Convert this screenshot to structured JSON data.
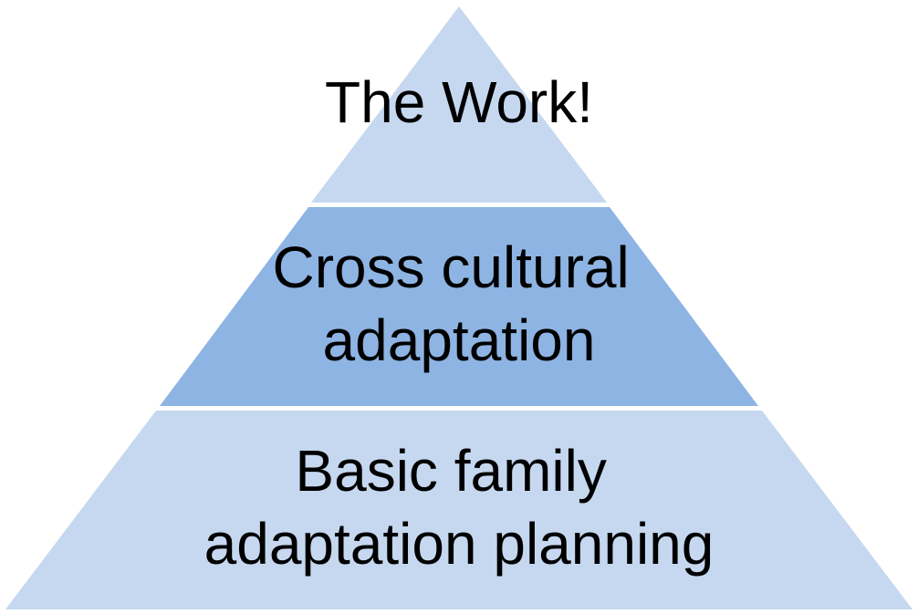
{
  "pyramid": {
    "colors": {
      "top": "#c6d8f0",
      "middle": "#8eb4e3",
      "bottom": "#c6d8f0",
      "separator": "#ffffff",
      "text": "#000000"
    },
    "tiers": [
      {
        "lines": [
          "The Work!"
        ]
      },
      {
        "lines": [
          "Cross cultural",
          "adaptation"
        ]
      },
      {
        "lines": [
          "Basic family",
          "adaptation planning"
        ]
      }
    ]
  }
}
